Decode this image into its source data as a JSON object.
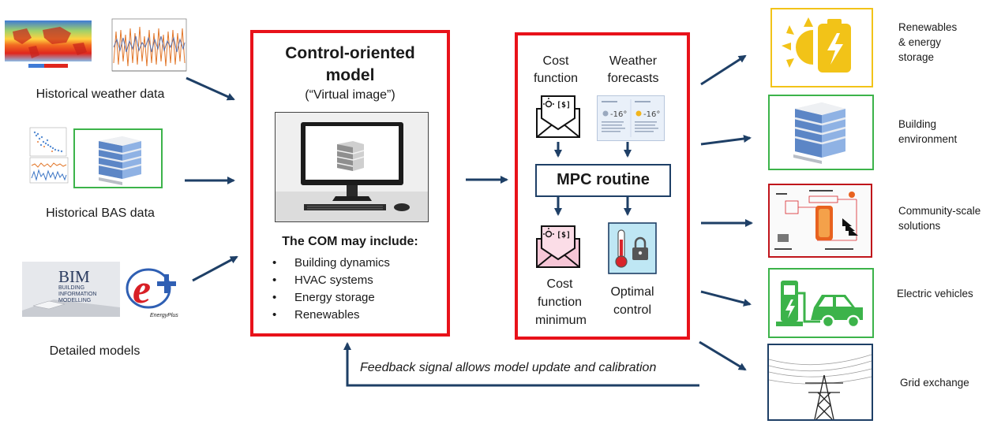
{
  "inputs": {
    "weather_caption": "Historical weather data",
    "bas_caption": "Historical BAS data",
    "models_caption": "Detailed models",
    "bim_lines": [
      "BIM",
      "BUILDING",
      "INFORMATION",
      "MODELLING"
    ],
    "energyplus_label": "EnergyPlus"
  },
  "com_box": {
    "title_line1": "Control-oriented",
    "title_line2": "model",
    "subtitle": "(“Virtual image”)",
    "may_include": "The COM may include:",
    "items": [
      "Building dynamics",
      "HVAC systems",
      "Energy storage",
      "Renewables"
    ]
  },
  "mpc_box": {
    "cost_label": "Cost function",
    "weather_label": "Weather forecasts",
    "routine_label": "MPC routine",
    "minimum_label": "Cost function minimum",
    "optimal_label": "Optimal control",
    "money_glyph": "[$]",
    "forecast_temp": "-16°"
  },
  "feedback": "Feedback signal allows model update and calibration",
  "outputs": [
    {
      "label": "Renewables & energy storage",
      "color": "#f2c318"
    },
    {
      "label": "Building environment",
      "color": "#3cb34a"
    },
    {
      "label": "Community-scale solutions",
      "color": "#c0151b"
    },
    {
      "label": "Electric vehicles",
      "color": "#3cb34a"
    },
    {
      "label": "Grid exchange",
      "color": "#1e3f66"
    }
  ],
  "colors": {
    "arrow": "#1e3f66",
    "red_frame": "#e8121a",
    "green_frame": "#3cb34a"
  }
}
